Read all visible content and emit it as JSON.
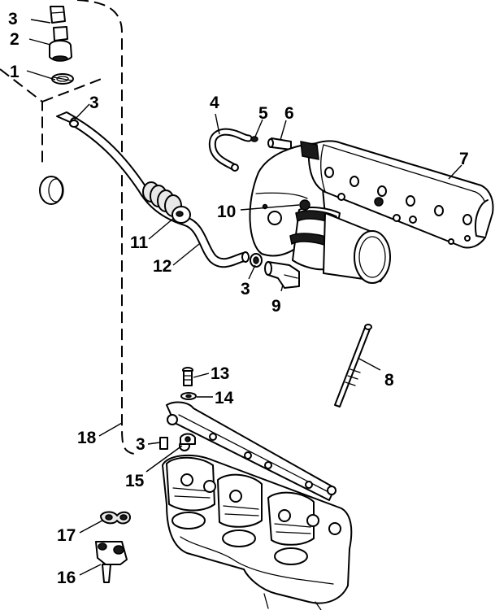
{
  "callouts": [
    {
      "id": "c1",
      "text": "1"
    },
    {
      "id": "c2",
      "text": "2"
    },
    {
      "id": "c3a",
      "text": "3"
    },
    {
      "id": "c3b",
      "text": "3"
    },
    {
      "id": "c3c",
      "text": "3"
    },
    {
      "id": "c3d",
      "text": "3"
    },
    {
      "id": "c4",
      "text": "4"
    },
    {
      "id": "c5",
      "text": "5"
    },
    {
      "id": "c6",
      "text": "6"
    },
    {
      "id": "c7",
      "text": "7"
    },
    {
      "id": "c8",
      "text": "8"
    },
    {
      "id": "c9",
      "text": "9"
    },
    {
      "id": "c10",
      "text": "10"
    },
    {
      "id": "c11",
      "text": "11"
    },
    {
      "id": "c12",
      "text": "12"
    },
    {
      "id": "c13",
      "text": "13"
    },
    {
      "id": "c14",
      "text": "14"
    },
    {
      "id": "c15",
      "text": "15"
    },
    {
      "id": "c16",
      "text": "16"
    },
    {
      "id": "c17",
      "text": "17"
    },
    {
      "id": "c18",
      "text": "18"
    }
  ]
}
